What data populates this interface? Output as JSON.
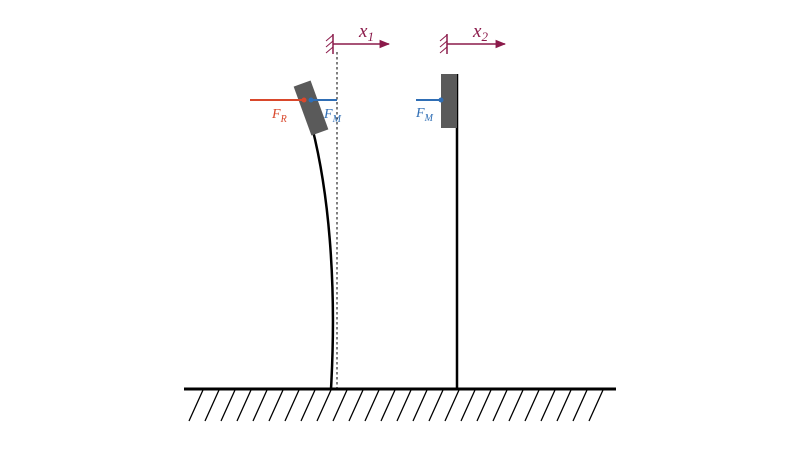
{
  "colors": {
    "structure": "#000000",
    "displacement": "#8b1a4a",
    "reaction_force": "#d9472b",
    "magnetic_force": "#2f6eb5",
    "mass": "#5a5a5a"
  },
  "labels": {
    "x1": {
      "main": "x",
      "sub": "1"
    },
    "x2": {
      "main": "x",
      "sub": "2"
    },
    "fr": {
      "main": "F",
      "sub": "R"
    },
    "fm1": {
      "main": "F",
      "sub": "M"
    },
    "fm2": {
      "main": "F",
      "sub": "M"
    }
  },
  "icons": {
    "ground": "hatched-ground",
    "reference": "hatched-reference-mark",
    "arrow": "arrow-right"
  }
}
